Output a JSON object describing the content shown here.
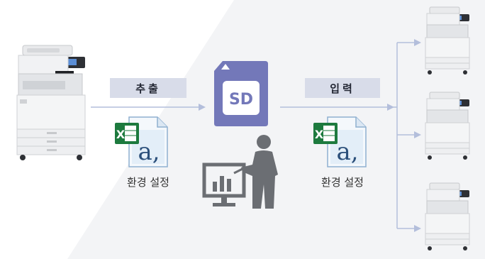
{
  "source_step": {
    "label": "추출"
  },
  "target_step": {
    "label": "입력"
  },
  "sd_card": {
    "label": "SD",
    "color": "#7378b9"
  },
  "left_file": {
    "caption": "환경 설정"
  },
  "right_file": {
    "caption": "환경 설정"
  },
  "colors": {
    "band": "#f3f4f6",
    "label_box": "#d8dce9",
    "arrow": "#b3bedb",
    "excel_green": "#1d7a3e",
    "file_blue": "#cfe1f3",
    "person": "#6b6e73"
  },
  "icons": [
    "printer-icon",
    "sd-card-icon",
    "excel-file-icon",
    "person-presentation-icon",
    "arrow-icon"
  ]
}
